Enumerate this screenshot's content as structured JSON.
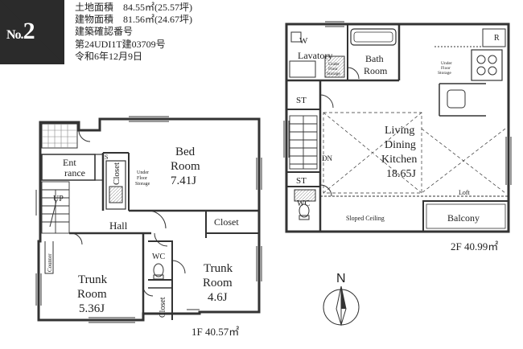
{
  "badge": {
    "prefix": "No.",
    "number": "2"
  },
  "info": {
    "land_area": "土地面積　84.55㎡(25.57坪)",
    "building_area": "建物面積　81.56㎡(24.67坪)",
    "cert_label": "建築確認番号",
    "cert_number": "第24UDI1T建03709号",
    "cert_date": "令和6年12月9日"
  },
  "floor1": {
    "area": "1F  40.57㎡",
    "rooms": {
      "entrance_1": "Ent",
      "entrance_2": "rance",
      "up": "UP",
      "shoe": "S",
      "closet_v": "Closet",
      "storage_1": "Under",
      "storage_2": "Floor",
      "storage_3": "Storage",
      "bed_name_1": "Bed",
      "bed_name_2": "Room",
      "bed_size": "7.41J",
      "hall": "Hall",
      "closet_h": "Closet",
      "counter": "Counter",
      "wc": "WC",
      "trunk1_name_1": "Trunk",
      "trunk1_name_2": "Room",
      "trunk1_size": "5.36J",
      "trunk2_name_1": "Trunk",
      "trunk2_name_2": "Room",
      "trunk2_size": "4.6J",
      "closet_small": "Closet"
    }
  },
  "floor2": {
    "area": "2F  40.99㎡",
    "rooms": {
      "w": "W",
      "lavatory": "Lavatory",
      "storage_1": "Under",
      "storage_2": "Floor",
      "storage_3": "Storage",
      "bath_1": "Bath",
      "bath_2": "Room",
      "r": "R",
      "storage_r1": "Under",
      "storage_r2": "Floor",
      "storage_r3": "Storage",
      "st_top": "ST",
      "st_bottom": "ST",
      "dn": "DN",
      "wc": "WC",
      "living_1": "Living",
      "living_2": "Dining",
      "living_3": "Kitchen",
      "living_size": "18.65J",
      "loft": "Loft",
      "sloped": "Sloped Ceiling",
      "balcony": "Balcony"
    }
  },
  "compass": {
    "north": "N"
  }
}
